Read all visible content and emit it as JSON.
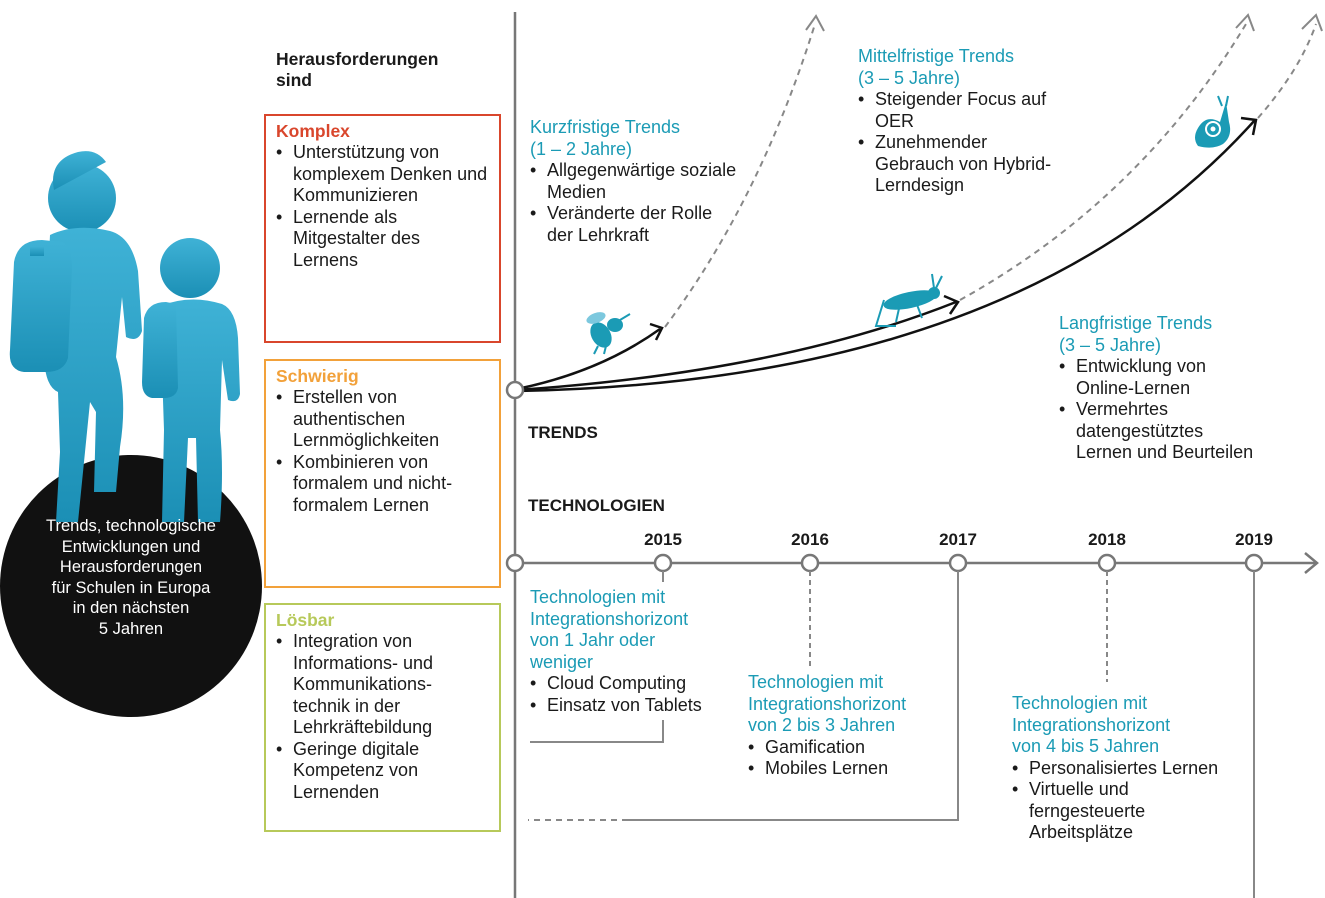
{
  "circle": {
    "lines": [
      "Trends, technologische",
      "Entwicklungen und",
      "Herausforderungen",
      "für Schulen in Europa",
      "in den nächsten",
      "5 Jahren"
    ]
  },
  "challenges": {
    "heading": [
      "Herausforderungen",
      "sind"
    ],
    "komplex": {
      "title": "Komplex",
      "items": [
        "Unterstützung von komplexem Denken und Kommunizieren",
        "Lernende als Mitgestalter des Lernens"
      ]
    },
    "schwierig": {
      "title": "Schwierig",
      "items": [
        "Erstellen von authentischen Lernmöglichkeiten",
        "Kombinieren von formalem und nicht-formalem Lernen"
      ]
    },
    "loesbar": {
      "title": "Lösbar",
      "items": [
        "Integration von Informations- und Kommunikations-technik in der Lehrkräftebildung",
        "Geringe digitale Kompetenz von Lernenden"
      ]
    }
  },
  "trends": {
    "label": "TRENDS",
    "short": {
      "title": "Kurzfristige Trends",
      "range": "(1 – 2 Jahre)",
      "items": [
        "Allgegenwärtige soziale Medien",
        "Veränderte der Rolle der Lehrkraft"
      ]
    },
    "mid": {
      "title": "Mittelfristige Trends",
      "range": "(3 – 5 Jahre)",
      "items": [
        "Steigender Focus auf OER",
        "Zunehmender Gebrauch von Hybrid-Lerndesign"
      ]
    },
    "long": {
      "title": "Langfristige Trends",
      "range": "(3 – 5 Jahre)",
      "items": [
        "Entwicklung von Online-Lernen",
        "Vermehrtes datengestütztes Lernen und Beurteilen"
      ]
    }
  },
  "technologies": {
    "label": "TECHNOLOGIEN",
    "years": [
      "2015",
      "2016",
      "2017",
      "2018",
      "2019"
    ],
    "h1": {
      "title": [
        "Technologien mit",
        "Integrationshorizont",
        "von 1 Jahr oder",
        "weniger"
      ],
      "items": [
        "Cloud Computing",
        "Einsatz von Tablets"
      ]
    },
    "h2": {
      "title": [
        "Technologien mit",
        "Integrationshorizont",
        "von 2 bis 3 Jahren"
      ],
      "items": [
        "Gamification",
        "Mobiles Lernen"
      ]
    },
    "h3": {
      "title": [
        "Technologien mit",
        "Integrationshorizont",
        "von 4 bis 5 Jahren"
      ],
      "items": [
        "Personalisiertes Lernen",
        "Virtuelle und ferngesteuerte Arbeitsplätze"
      ]
    }
  },
  "colors": {
    "komplex": "#d9462c",
    "schwierig": "#f2a13a",
    "loesbar": "#b7c95a",
    "teal": "#1b9bb5",
    "silhouette": "#2ea3c6",
    "axis": "#777777"
  }
}
